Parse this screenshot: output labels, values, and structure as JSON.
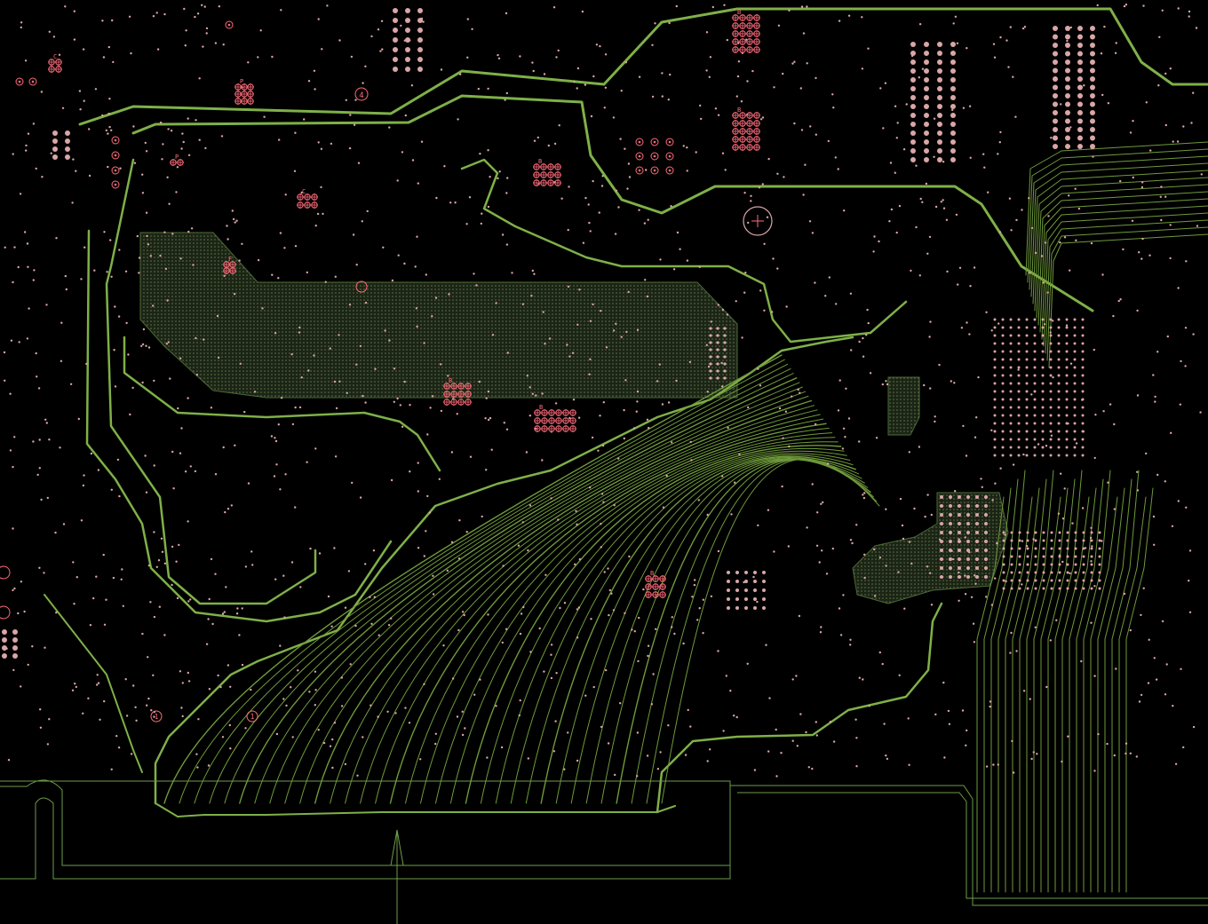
{
  "view": {
    "type": "pcb-layout-view",
    "background": "#000000",
    "colors": {
      "trace": "#6f9a3a",
      "trace_bright": "#7fb048",
      "via": "#d9a6a6",
      "marker": "#ff6b7a",
      "board_outline": "#6b9c4a",
      "copper_pour": "#3a3a2a"
    }
  },
  "marker_labels": [
    "4",
    "1",
    "1"
  ],
  "component_refs": [
    "B",
    "B",
    "B",
    "B",
    "B",
    "B",
    "C",
    "C",
    "P",
    "P",
    "F",
    "F"
  ],
  "icons": {
    "origin": "crosshair-icon",
    "up_arrow": "arrow-up-icon"
  }
}
